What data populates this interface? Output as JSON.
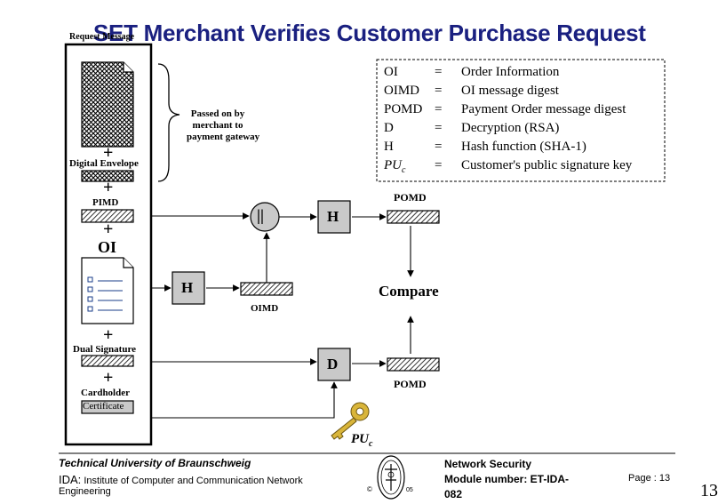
{
  "slide": {
    "title": "SET Merchant Verifies Customer Purchase Request",
    "request_message_label": "Request Message",
    "digital_envelope": "Digital Envelope",
    "pimd": "PIMD",
    "oi": "OI",
    "dual_signature": "Dual Signature",
    "cardholder_line1": "Cardholder",
    "cardholder_line2": "Certificate",
    "plus": "+",
    "brace_note": [
      "Passed on by",
      "merchant to",
      "payment gateway"
    ],
    "concat_symbol": "||",
    "hash_box": "H",
    "decrypt_box": "D",
    "pomd_top": "POMD",
    "pomd_bottom": "POMD",
    "oimd": "OIMD",
    "compare": "Compare",
    "key_label": "PU",
    "key_sub": "c"
  },
  "legend": [
    {
      "abbr": "OI",
      "eq": "=",
      "desc": "Order Information"
    },
    {
      "abbr": "OIMD",
      "eq": "=",
      "desc": "OI message digest"
    },
    {
      "abbr": "POMD",
      "eq": "=",
      "desc": "Payment Order message digest"
    },
    {
      "abbr": "D",
      "eq": "=",
      "desc": "Decryption (RSA)"
    },
    {
      "abbr": "H",
      "eq": "=",
      "desc": "Hash function (SHA-1)"
    },
    {
      "abbr": "PU",
      "abbr_sub": "c",
      "eq": "=",
      "desc": "Customer's public signature key"
    }
  ],
  "footer": {
    "university": "Technical University of Braunschweig",
    "ida_prefix": "IDA:",
    "ida_rest": " Institute of Computer and Communication Network",
    "ida_line2": "Engineering",
    "copyright": "©",
    "seal_year": "05",
    "course": "Network Security",
    "module_line1": "Module number: ET-IDA-",
    "module_line2": "082",
    "page": "Page : 13",
    "slide_number": "13"
  }
}
